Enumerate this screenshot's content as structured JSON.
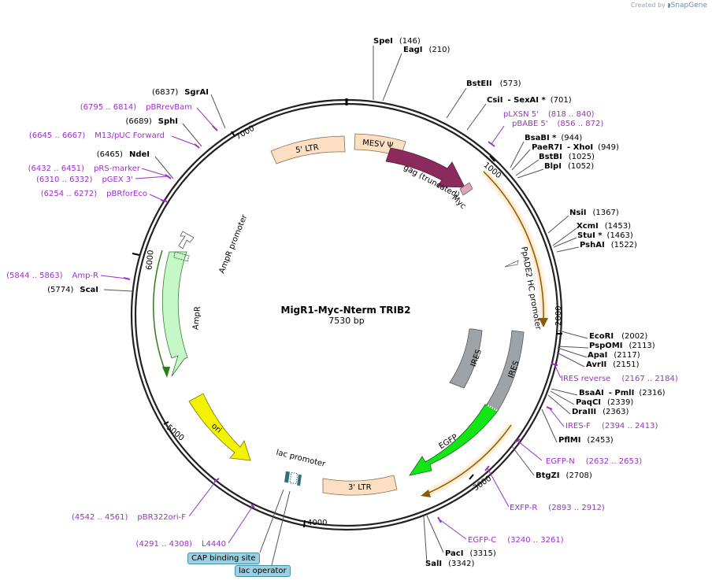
{
  "app": {
    "credit_prefix": "Created by",
    "credit_brand": "SnapGene"
  },
  "plasmid": {
    "name": "MigR1-Myc-Nterm TRIB2",
    "length_label": "7530 bp",
    "length": 7530
  },
  "colors": {
    "primer": "#9b30c8",
    "ltr": "#fde0c4",
    "gag": "#8b2a5c",
    "myc": "#d7a8b8",
    "promoter_line": "#f3b43a",
    "ires": "#9ea3a8",
    "egfp": "#13e516",
    "ampr": "#c6f7c6",
    "ori": "#f3f300",
    "lac_op": "#2f6f7a"
  },
  "ticks": [
    {
      "label": "1000"
    },
    {
      "label": "2000"
    },
    {
      "label": "3000"
    },
    {
      "label": "4000"
    },
    {
      "label": "5000"
    },
    {
      "label": "6000"
    },
    {
      "label": "7000"
    }
  ],
  "sites": [
    {
      "name": "SpeI",
      "pos": "(146)"
    },
    {
      "name": "EagI",
      "pos": "(210)"
    },
    {
      "name": "BstEII",
      "pos": "(573)"
    },
    {
      "name": "CsiI",
      "extra": "- SexAI *",
      "pos": "(701)"
    },
    {
      "name": "BsaBI *",
      "pos": "(944)"
    },
    {
      "name": "PaeR7I",
      "extra": "- XhoI",
      "pos": "(949)"
    },
    {
      "name": "BstBI",
      "pos": "(1025)"
    },
    {
      "name": "BlpI",
      "pos": "(1052)"
    },
    {
      "name": "NsiI",
      "pos": "(1367)"
    },
    {
      "name": "XcmI",
      "pos": "(1453)"
    },
    {
      "name": "StuI *",
      "pos": "(1463)"
    },
    {
      "name": "PshAI",
      "pos": "(1522)"
    },
    {
      "name": "EcoRI",
      "pos": "(2002)"
    },
    {
      "name": "PspOMI",
      "pos": "(2113)"
    },
    {
      "name": "ApaI",
      "pos": "(2117)"
    },
    {
      "name": "AvrII",
      "pos": "(2151)"
    },
    {
      "name": "BsaAI",
      "extra": "- PmlI",
      "pos": "(2316)"
    },
    {
      "name": "PaqCI",
      "pos": "(2339)"
    },
    {
      "name": "DraIII",
      "pos": "(2363)"
    },
    {
      "name": "PflMI",
      "pos": "(2453)"
    },
    {
      "name": "BtgZI",
      "pos": "(2708)"
    },
    {
      "name": "PacI",
      "pos": "(3315)"
    },
    {
      "name": "SalI",
      "pos": "(3342)"
    },
    {
      "name": "ScaI",
      "pos": "(5774)"
    },
    {
      "name": "NdeI",
      "pos": "(6465)"
    },
    {
      "name": "SphI",
      "pos": "(6689)"
    },
    {
      "name": "SgrAI",
      "pos": "(6837)"
    }
  ],
  "primers": [
    {
      "name": "pLXSN 5'",
      "range": "(818 .. 840)"
    },
    {
      "name": "pBABE 5'",
      "range": "(856 .. 872)"
    },
    {
      "name": "IRES reverse",
      "range": "(2167 .. 2184)"
    },
    {
      "name": "IRES-F",
      "range": "(2394 .. 2413)"
    },
    {
      "name": "EGFP-N",
      "range": "(2632 .. 2653)"
    },
    {
      "name": "EXFP-R",
      "range": "(2893 .. 2912)"
    },
    {
      "name": "EGFP-C",
      "range": "(3240 .. 3261)"
    },
    {
      "name": "pBR322ori-F",
      "range": "(4542 .. 4561)"
    },
    {
      "name": "L4440",
      "range": "(4291 .. 4308)"
    },
    {
      "name": "pBRforEco",
      "range": "(6254 .. 6272)"
    },
    {
      "name": "pGEX 3'",
      "range": "(6310 .. 6332)"
    },
    {
      "name": "pRS-marker",
      "range": "(6432 .. 6451)"
    },
    {
      "name": "M13/pUC Forward",
      "range": "(6645 .. 6667)"
    },
    {
      "name": "pBRrevBam",
      "range": "(6795 .. 6814)"
    },
    {
      "name": "Amp-R",
      "range": "(5844 .. 5863)"
    }
  ],
  "features": {
    "ltr5": "5' LTR",
    "mesv": "MESV Ψ",
    "gag": "gag (truncated)",
    "myc": "Myc",
    "ppade2": "PpADE2 HC promoter",
    "ires1": "IRES",
    "ires2": "IRES",
    "egfp": "EGFP",
    "ltr3": "3' LTR",
    "lac_promoter": "lac promoter",
    "ori": "ori",
    "ampr": "AmpR",
    "ampr_promoter": "AmpR promoter",
    "cap": "CAP binding site",
    "lac_operator": "lac operator"
  }
}
